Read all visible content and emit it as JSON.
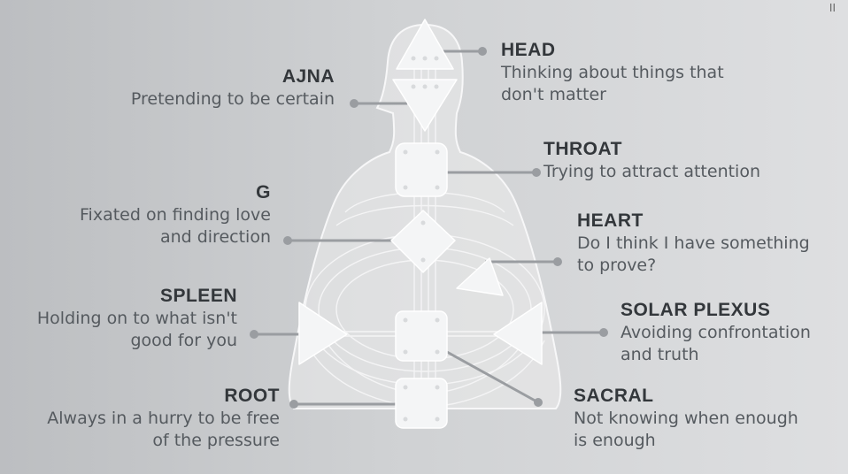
{
  "corner_mark": "II",
  "centers": {
    "head": {
      "title": "HEAD",
      "desc_line1": "Thinking about things that",
      "desc_line2": "don't matter"
    },
    "ajna": {
      "title": "AJNA",
      "desc_line1": "Pretending to be certain"
    },
    "throat": {
      "title": "THROAT",
      "desc_line1": "Trying to attract attention"
    },
    "g": {
      "title": "G",
      "desc_line1": "Fixated on finding love",
      "desc_line2": "and direction"
    },
    "heart": {
      "title": "HEART",
      "desc_line1": "Do I think I have something",
      "desc_line2": "to prove?"
    },
    "spleen": {
      "title": "SPLEEN",
      "desc_line1": "Holding on to what isn't",
      "desc_line2": "good for you"
    },
    "solar_plexus": {
      "title": "SOLAR PLEXUS",
      "desc_line1": "Avoiding confrontation",
      "desc_line2": "and truth"
    },
    "root": {
      "title": "ROOT",
      "desc_line1": "Always in a hurry to be free",
      "desc_line2": "of the pressure"
    },
    "sacral": {
      "title": "SACRAL",
      "desc_line1": "Not knowing when enough",
      "desc_line2": "is enough"
    }
  },
  "colors": {
    "shape_fill": "#f4f5f6",
    "connector": "#9a9da1",
    "title": "#33373b",
    "desc": "#555a5f"
  }
}
